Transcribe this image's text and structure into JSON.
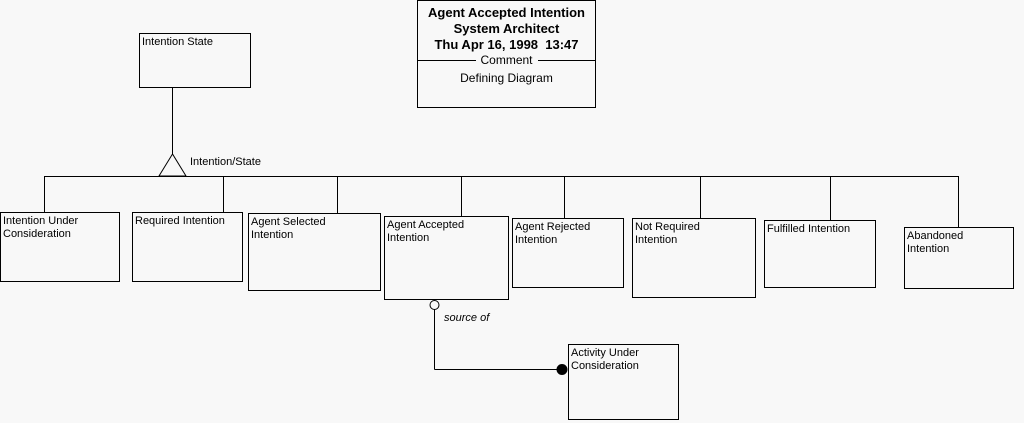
{
  "header": {
    "diagram_name": "Agent Accepted Intention",
    "tool_name": "System Architect",
    "timestamp": "Thu Apr 16, 1998  13:47",
    "divider_label": "Comment",
    "comment": "Defining Diagram"
  },
  "root_node": {
    "label": "Intention State"
  },
  "relationship": {
    "label": "Intention/State"
  },
  "subtypes": [
    {
      "label": "Intention Under\nConsideration"
    },
    {
      "label": "Required Intention"
    },
    {
      "label": "Agent Selected\nIntention"
    },
    {
      "label": "Agent Accepted\nIntention"
    },
    {
      "label": "Agent Rejected\nIntention"
    },
    {
      "label": "Not Required\nIntention"
    },
    {
      "label": "Fulfilled Intention"
    },
    {
      "label": "Abandoned\nIntention"
    }
  ],
  "association": {
    "label": "source of",
    "target": {
      "label": "Activity Under\nConsideration"
    }
  },
  "colors": {
    "background": "#f8f8f8",
    "line": "#000000",
    "text": "#000000"
  }
}
